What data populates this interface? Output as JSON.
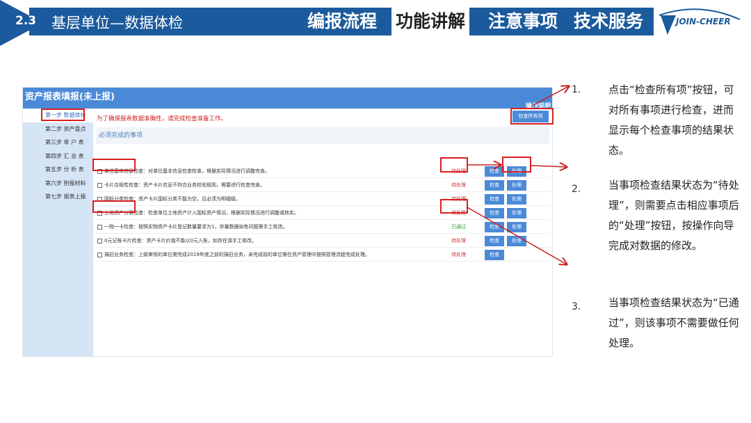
{
  "header": {
    "section": "2.3",
    "title": "基层单位—数据体检",
    "tabs": [
      {
        "label": "编报流程"
      },
      {
        "label": "功能讲解",
        "active": true
      },
      {
        "label": "注意事项"
      },
      {
        "label": "技术服务"
      }
    ],
    "logo_text": "JOIN-CHEER"
  },
  "app": {
    "title": "资产报表填报(未上报)",
    "ops_label": "操作说明",
    "warning": "为了确保报表数据准确性，请完成检查准备工作。",
    "check_all": "检查所有项",
    "section": "必须完成的事项",
    "steps": [
      "第一步 数据体检",
      "第二步 资产盘点",
      "第三步 单 户 表",
      "第四步 汇 总 表",
      "第五步 分 析 表",
      "第六步 附报材料",
      "第七步 报表上报"
    ],
    "rows": [
      {
        "text": "单位基本信息检查：对单位基本信息检查校准，根据实际情况进行调整完善。",
        "status": "待处理",
        "check": "检查",
        "handle": "处理"
      },
      {
        "text": "卡片合规性检查：资产卡片信息不符合业务校验规则，需要进行检查完善。",
        "status": "待处理",
        "check": "检查",
        "handle": "处理"
      },
      {
        "text": "国标分类检查：资产卡片国标分类不能为空，且必须为明细级。",
        "status": "待处理",
        "check": "检查",
        "handle": "处理"
      },
      {
        "text": "土地资产分类检查：检查单位土地资产计入国标资产情况，根据实际情况进行调整或核实。",
        "status": "待处理",
        "check": "检查",
        "handle": "处理"
      },
      {
        "text": "一物一卡检查：按照实物资产卡片登记数量要求为1，存量数据如有问题需手工核改。",
        "status": "已通过",
        "check": "检查",
        "handle": "处理"
      },
      {
        "text": "0元记账卡片检查：资产卡片价值不能以0元入账，如存在请手工修改。",
        "status": "待处理",
        "check": "检查",
        "handle": "处理"
      },
      {
        "text": "捐旧业务检查：上级审核的单位需完成2019年底之前的捐旧业务，未完成前的单位需在资产管理中按照管理流程完成处理。",
        "status": "待处理",
        "check": "检查"
      }
    ]
  },
  "notes": [
    {
      "num": "1.",
      "text": "点击“检查所有项”按钮，可对所有事项进行检查，进而显示每个检查事项的结果状态。"
    },
    {
      "num": "2.",
      "text": "当事项检查结果状态为“待处理”，则需要点击相应事项后的“处理”按钮，按操作向导完成对数据的修改。"
    },
    {
      "num": "3.",
      "text": "当事项检查结果状态为“已通过”，则该事项不需要做任何处理。"
    }
  ],
  "colors": {
    "header": "#1b5a9c",
    "app_bar": "#4a8ad8",
    "highlight": "#d81e1e",
    "pending": "#cc3333",
    "passed": "#2a9a2a"
  }
}
